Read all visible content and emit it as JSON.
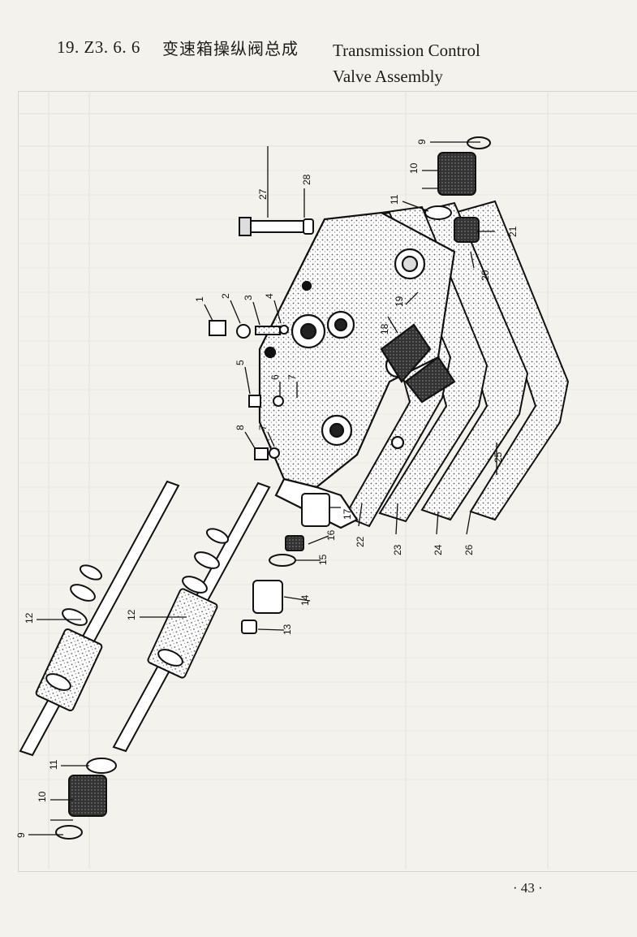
{
  "header": {
    "number": "19. Z3. 6. 6",
    "title_cn": "变速箱操纵阀总成",
    "title_en_line1": "Transmission Control",
    "title_en_line2": "Valve Assembly"
  },
  "callouts": [
    "1",
    "2",
    "3",
    "4",
    "5",
    "6",
    "7",
    "7",
    "8",
    "9",
    "9",
    "10",
    "10",
    "11",
    "11",
    "12",
    "12",
    "13",
    "14",
    "15",
    "16",
    "17",
    "18",
    "19",
    "20",
    "21",
    "22",
    "23",
    "24",
    "25",
    "26",
    "27",
    "28"
  ],
  "page_number": "· 43 ·"
}
